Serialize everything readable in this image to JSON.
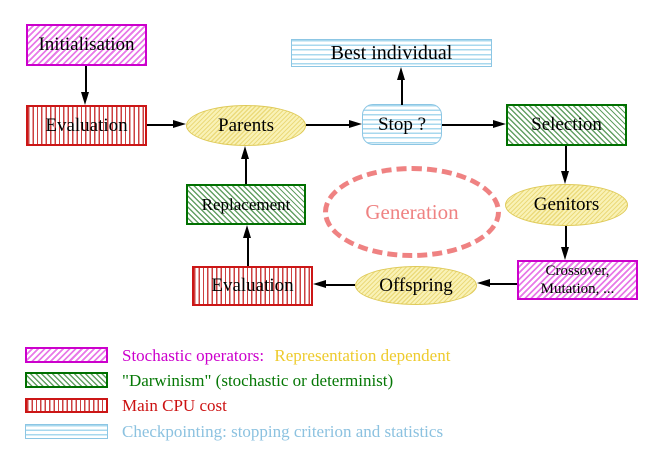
{
  "figure": {
    "nodes": {
      "initialisation": "Initialisation",
      "evaluation_top": "Evaluation",
      "parents": "Parents",
      "best_individual": "Best individual",
      "stop": "Stop ?",
      "selection": "Selection",
      "genitors": "Genitors",
      "crossover_line1": "Crossover,",
      "crossover_line2": "Mutation, ...",
      "offspring": "Offspring",
      "evaluation_bottom": "Evaluation",
      "replacement": "Replacement",
      "generation": "Generation"
    },
    "colors": {
      "magenta_border": "#cc00cc",
      "green_border": "#007000",
      "red_border": "#cc1616",
      "cyan_border": "#8cc6e4",
      "yellow_border": "#dfca58",
      "salmon_dashed": "#ef8282",
      "arrow": "#000000"
    }
  },
  "legend": {
    "items": [
      {
        "pattern": "magenta-hatch",
        "label": "Stochastic operators:",
        "label2": "Representation dependent",
        "label_color": "#cc00cc",
        "label2_color": "#eecb2e"
      },
      {
        "pattern": "green-hatch",
        "label": "\"Darwinism\" (stochastic or determinist)",
        "label_color": "#067806"
      },
      {
        "pattern": "red-stripes",
        "label": "Main CPU cost",
        "label_color": "#cc1111"
      },
      {
        "pattern": "cyan-stripes",
        "label": "Checkpointing: stopping criterion and statistics",
        "label_color": "#8cc2e0"
      }
    ]
  }
}
